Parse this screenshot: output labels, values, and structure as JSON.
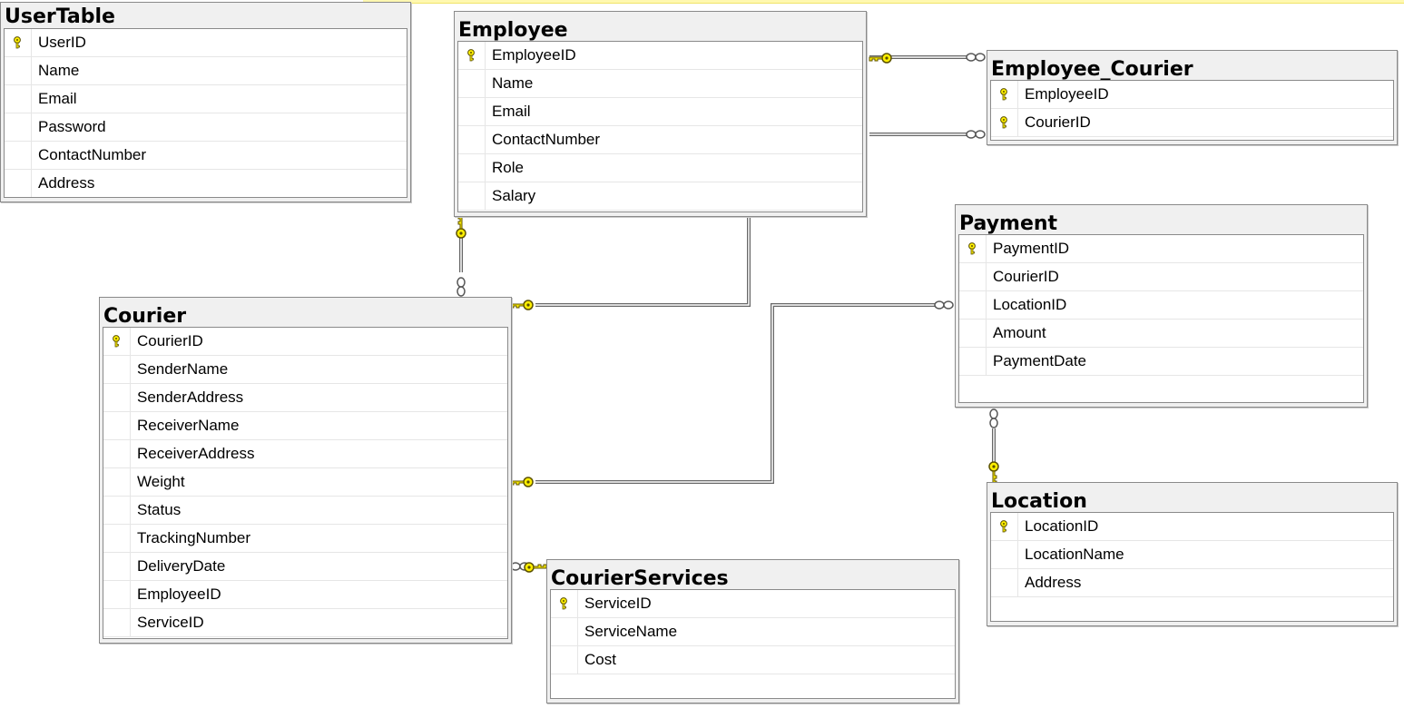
{
  "tables": [
    {
      "key": "usertable",
      "name": "UserTable",
      "columns": [
        {
          "name": "UserID",
          "pk": true
        },
        {
          "name": "Name"
        },
        {
          "name": "Email"
        },
        {
          "name": "Password"
        },
        {
          "name": "ContactNumber"
        },
        {
          "name": "Address"
        }
      ]
    },
    {
      "key": "employee",
      "name": "Employee",
      "columns": [
        {
          "name": "EmployeeID",
          "pk": true
        },
        {
          "name": "Name"
        },
        {
          "name": "Email"
        },
        {
          "name": "ContactNumber"
        },
        {
          "name": "Role"
        },
        {
          "name": "Salary"
        }
      ]
    },
    {
      "key": "employee-courier",
      "name": "Employee_Courier",
      "columns": [
        {
          "name": "EmployeeID",
          "pk": true
        },
        {
          "name": "CourierID",
          "pk": true
        }
      ]
    },
    {
      "key": "payment",
      "name": "Payment",
      "columns": [
        {
          "name": "PaymentID",
          "pk": true
        },
        {
          "name": "CourierID"
        },
        {
          "name": "LocationID"
        },
        {
          "name": "Amount"
        },
        {
          "name": "PaymentDate"
        }
      ]
    },
    {
      "key": "courier",
      "name": "Courier",
      "columns": [
        {
          "name": "CourierID",
          "pk": true
        },
        {
          "name": "SenderName"
        },
        {
          "name": "SenderAddress"
        },
        {
          "name": "ReceiverName"
        },
        {
          "name": "ReceiverAddress"
        },
        {
          "name": "Weight"
        },
        {
          "name": "Status"
        },
        {
          "name": "TrackingNumber"
        },
        {
          "name": "DeliveryDate"
        },
        {
          "name": "EmployeeID"
        },
        {
          "name": "ServiceID"
        }
      ]
    },
    {
      "key": "location",
      "name": "Location",
      "columns": [
        {
          "name": "LocationID",
          "pk": true
        },
        {
          "name": "LocationName"
        },
        {
          "name": "Address"
        }
      ]
    },
    {
      "key": "courierservices",
      "name": "CourierServices",
      "columns": [
        {
          "name": "ServiceID",
          "pk": true
        },
        {
          "name": "ServiceName"
        },
        {
          "name": "Cost"
        }
      ]
    }
  ],
  "relationships": [
    {
      "from": "employee",
      "to": "employee-courier",
      "from_end": "one",
      "to_end": "many"
    },
    {
      "from": "employee",
      "to": "employee-courier",
      "from_end": "none",
      "to_end": "many"
    },
    {
      "from": "employee",
      "to": "courier",
      "from_end": "one",
      "to_end": "many"
    },
    {
      "from": "employee",
      "to": "courier",
      "from_end": "none",
      "to_end": "one"
    },
    {
      "from": "courier",
      "to": "payment",
      "from_end": "one",
      "to_end": "many"
    },
    {
      "from": "location",
      "to": "payment",
      "from_end": "one",
      "to_end": "many"
    },
    {
      "from": "courierservices",
      "to": "courier",
      "from_end": "one",
      "to_end": "many"
    }
  ],
  "colors": {
    "key_fill": "#ffef00",
    "key_stroke": "#5c5200",
    "line": "#666666"
  }
}
